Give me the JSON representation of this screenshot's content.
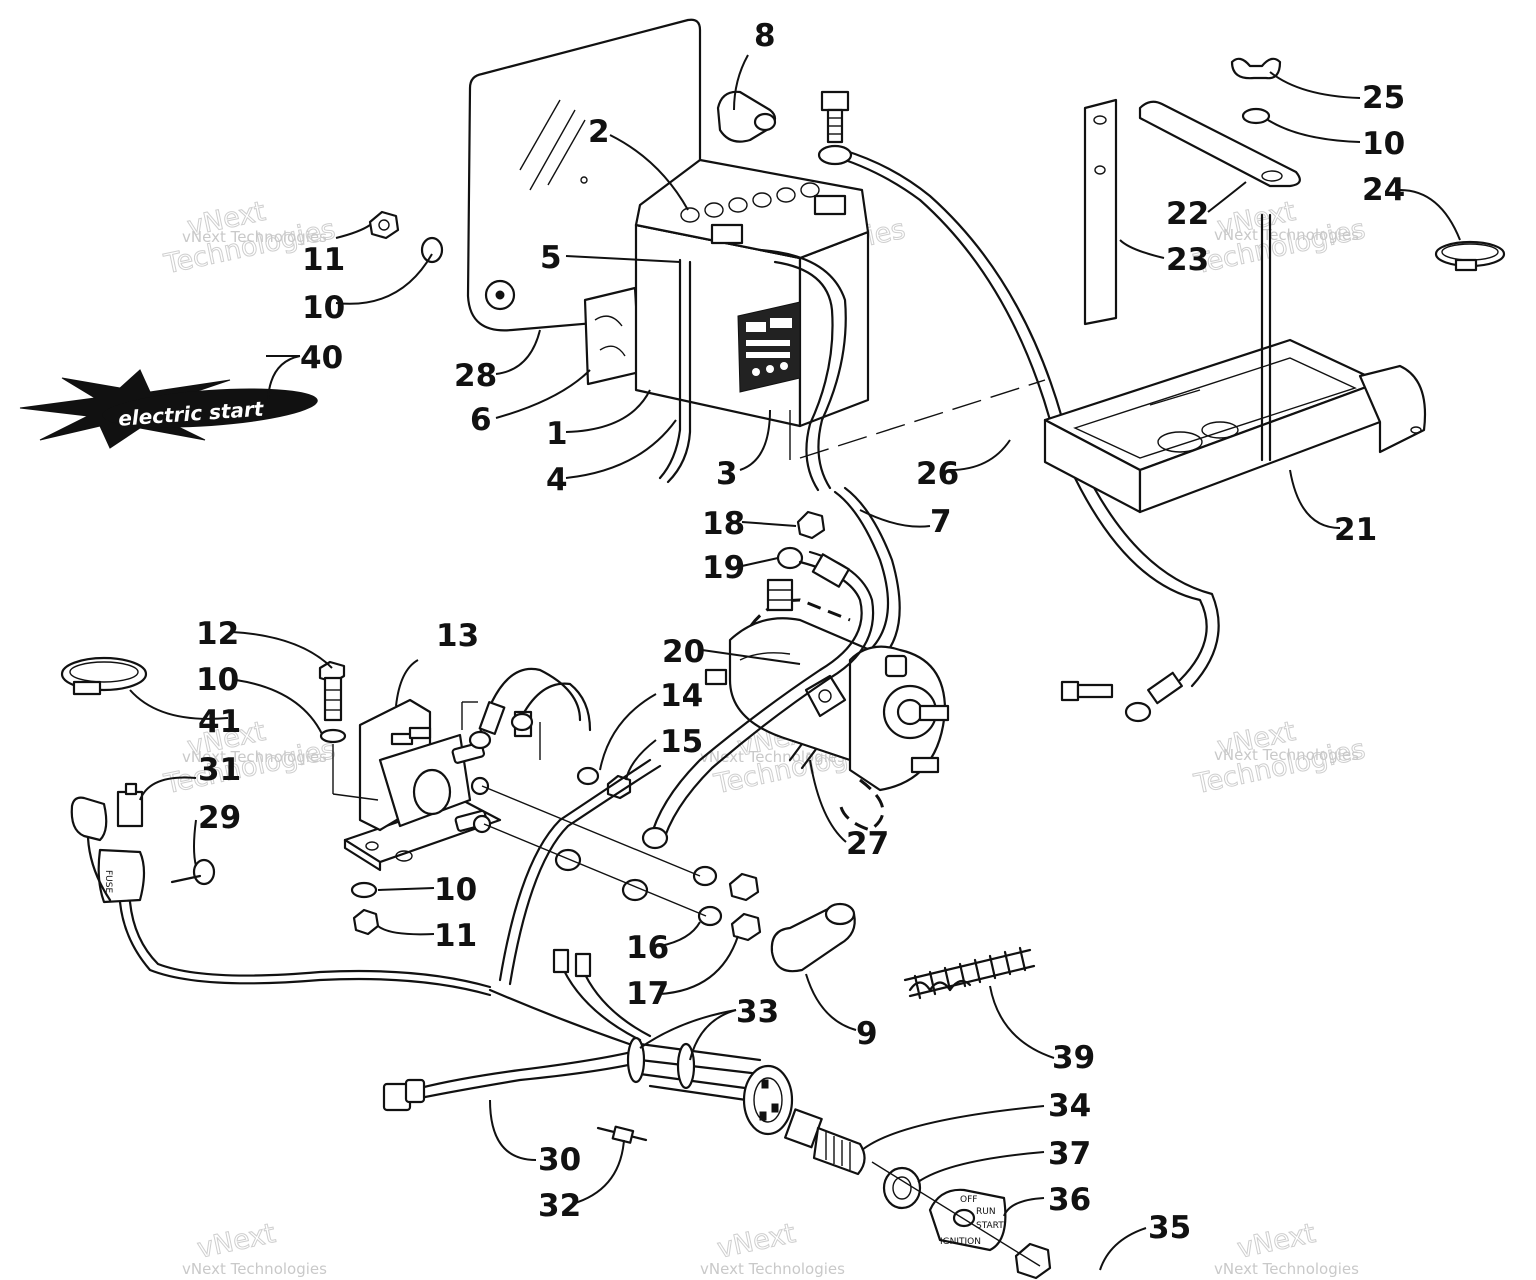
{
  "watermark": {
    "line1": "vNext Technologies",
    "line2": "Technologies",
    "line3": "vNext"
  },
  "logo": {
    "text": "electric start"
  },
  "fuse_label": "FUSE",
  "switch_plate": {
    "off": "OFF",
    "run": "RUN",
    "start": "START",
    "ignition": "IGNITION"
  },
  "callouts": [
    "1",
    "2",
    "3",
    "4",
    "5",
    "6",
    "7",
    "8",
    "9",
    "10",
    "10",
    "10",
    "10",
    "11",
    "11",
    "12",
    "13",
    "14",
    "15",
    "16",
    "17",
    "18",
    "19",
    "20",
    "21",
    "22",
    "23",
    "24",
    "25",
    "26",
    "27",
    "28",
    "29",
    "30",
    "31",
    "32",
    "33",
    "34",
    "35",
    "36",
    "37",
    "39",
    "40",
    "41"
  ]
}
